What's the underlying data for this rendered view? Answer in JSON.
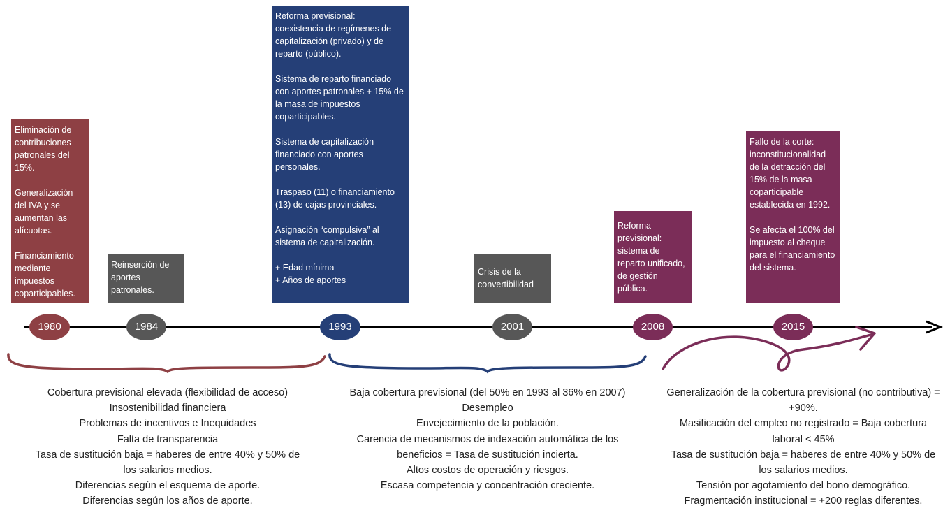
{
  "colors": {
    "red": "#8e4044",
    "gray": "#575757",
    "blue": "#253f77",
    "plum": "#7b2d58",
    "timeline": "#000000"
  },
  "events": {
    "e1980": "Eliminación de contribuciones patronales del 15%.\n\nGeneralización del IVA y se aumentan las alícuotas.\n\nFinanciamiento mediante impuestos coparticipables.",
    "e1984": "Reinserción de aportes patronales.",
    "e1993": "Reforma previsional: coexistencia de regímenes de capitalización (privado) y de reparto (público).\n\nSistema de reparto financiado con aportes patronales + 15% de la masa de impuestos coparticipables.\n\nSistema de capitalización financiado con aportes personales.\n\nTraspaso (11) o financiamiento (13) de cajas provinciales.\n\nAsignación “compulsiva” al sistema de capitalización.\n\n+ Edad mínima\n+ Años de aportes",
    "e2001": "Crisis de la convertibilidad",
    "e2008": "Reforma previsional: sistema de reparto unificado, de gestión pública.",
    "e2015": "Fallo de la corte: inconstitucionalidad de la detracción del 15% de la masa coparticipable establecida en 1992.\n\nSe afecta el 100% del impuesto al cheque para el financiamiento del sistema."
  },
  "years": {
    "y1980": "1980",
    "y1984": "1984",
    "y1993": "1993",
    "y2001": "2001",
    "y2008": "2008",
    "y2015": "2015"
  },
  "summaries": {
    "left": [
      "Cobertura previsional elevada (flexibilidad de acceso)",
      "Insostenibilidad financiera",
      "Problemas de incentivos e Inequidades",
      "Falta de transparencia",
      "Tasa de sustitución baja = haberes de entre 40% y 50% de los salarios medios.",
      "Diferencias según el esquema de aporte.",
      "Diferencias según los años de aporte."
    ],
    "middle": [
      "Baja cobertura previsional (del 50% en 1993 al 36% en 2007)",
      "Desempleo",
      "Envejecimiento de la población.",
      "Carencia de mecanismos de indexación automática de los beneficios = Tasa de sustitución incierta.",
      "Altos costos de operación y riesgos.",
      "Escasa competencia y concentración creciente."
    ],
    "right": [
      "Generalización de la cobertura previsional (no contributiva) = +90%.",
      "Masificación del empleo no registrado = Baja cobertura laboral < 45%",
      "Tasa de sustitución baja = haberes de entre 40% y 50% de los salarios medios.",
      "Tensión por agotamiento del bono demográfico.",
      "Fragmentación institucional = +200 reglas diferentes."
    ]
  }
}
